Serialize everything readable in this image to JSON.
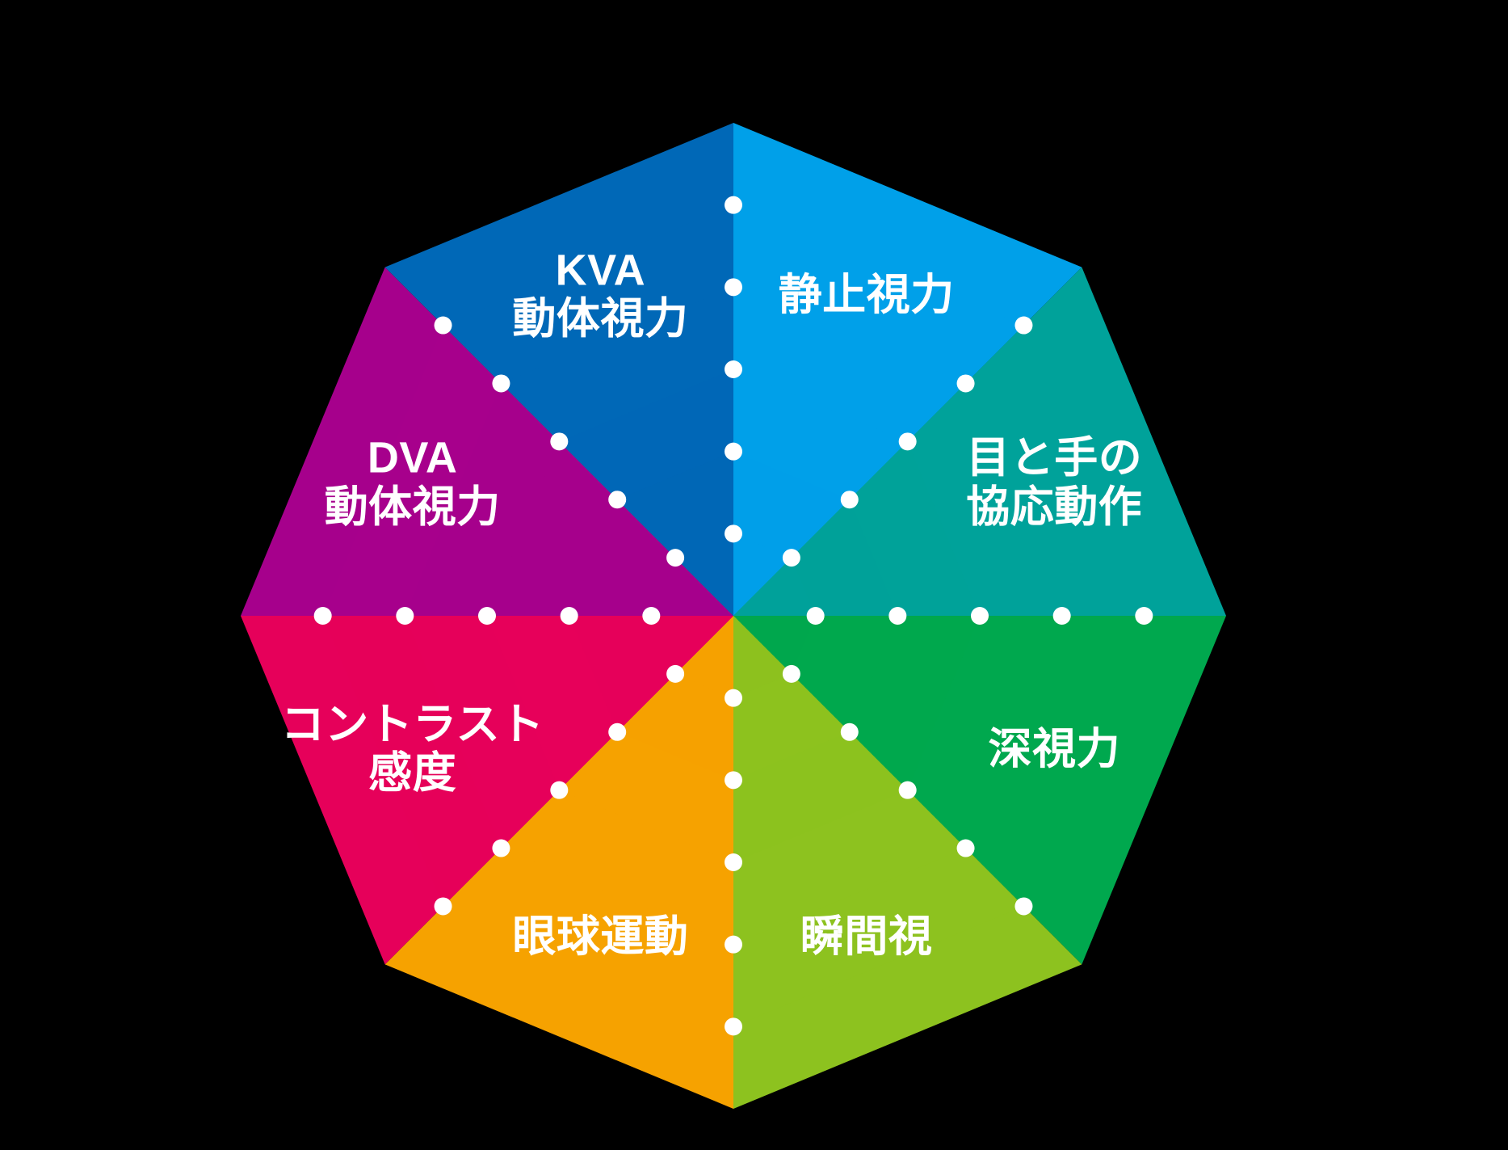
{
  "figure": {
    "title": "",
    "background_color": "#000000",
    "label_color": "#ffffff",
    "node_color": "#ffffff"
  },
  "chart_data": {
    "type": "pie",
    "subtype": "radial-octagon-wheel",
    "title": "",
    "xlabel": "",
    "ylabel": "",
    "center": {
      "x": 908,
      "y": 762
    },
    "outer_radius": 610,
    "levels": 6,
    "dot_levels": [
      1,
      2,
      3,
      4,
      5
    ],
    "grid": false,
    "legend_position": "none",
    "categories": [
      "静止視力",
      "目と手の\n協応動作",
      "深視力",
      "瞬間視",
      "眼球運動",
      "コントラスト\n感度",
      "DVA\n動体視力",
      "KVA\n動体視力"
    ],
    "values": [
      6,
      6,
      6,
      6,
      6,
      6,
      6,
      6
    ],
    "ylim": [
      0,
      6
    ],
    "segments": [
      {
        "label": "静止視力",
        "lines": [
          "静止視力"
        ],
        "color": "#00A0E9",
        "start_angle": -90,
        "end_angle": -45,
        "label_radius": 430,
        "label_angle": -67.5
      },
      {
        "label": "目と手の協応動作",
        "lines": [
          "目と手の",
          "協応動作"
        ],
        "color": "#00A29A",
        "start_angle": -45,
        "end_angle": 0,
        "label_radius": 430,
        "label_angle": -22.5
      },
      {
        "label": "深視力",
        "lines": [
          "深視力"
        ],
        "color": "#00A84E",
        "start_angle": 0,
        "end_angle": 45,
        "label_radius": 430,
        "label_angle": 22.5
      },
      {
        "label": "瞬間視",
        "lines": [
          "瞬間視"
        ],
        "color": "#8DC21F",
        "start_angle": 45,
        "end_angle": 90,
        "label_radius": 430,
        "label_angle": 67.5
      },
      {
        "label": "眼球運動",
        "lines": [
          "眼球運動"
        ],
        "color": "#F6A200",
        "start_angle": 90,
        "end_angle": 135,
        "label_radius": 430,
        "label_angle": 112.5
      },
      {
        "label": "コントラスト感度",
        "lines": [
          "コントラスト",
          "感度"
        ],
        "color": "#E6005A",
        "start_angle": 135,
        "end_angle": 180,
        "label_radius": 430,
        "label_angle": 157.5
      },
      {
        "label": "DVA動体視力",
        "lines": [
          "DVA",
          "動体視力"
        ],
        "color": "#A6008C",
        "start_angle": 180,
        "end_angle": 225,
        "label_radius": 430,
        "label_angle": 202.5
      },
      {
        "label": "KVA動体視力",
        "lines": [
          "KVA",
          "動体視力"
        ],
        "color": "#0068B7",
        "start_angle": 225,
        "end_angle": 270,
        "label_radius": 430,
        "label_angle": 247.5
      }
    ],
    "ring_opacities": [
      0.42,
      0.52,
      0.62,
      0.74,
      0.87,
      1.0
    ]
  }
}
